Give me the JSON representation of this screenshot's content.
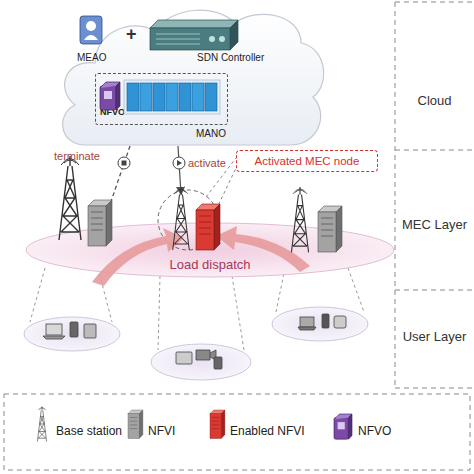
{
  "diagram": {
    "nodes": [
      {
        "text": [
          "MEAO",
          "+",
          "SDN Controller"
        ]
      },
      {
        "text": [
          "NFVO",
          "MANO"
        ],
        "in": 0
      },
      {
        "text": [
          "Load dispatch"
        ]
      },
      {
        "text": [
          "Activated MEC node"
        ]
      }
    ],
    "labels": [
      "terminate",
      "activate",
      "Cloud",
      "MEC Layer",
      "User Layer"
    ],
    "legend": [
      {
        "text": "Base station"
      },
      {
        "text": "NFVI"
      },
      {
        "text": "Enabled NFVI"
      },
      {
        "text": "NFVO"
      }
    ]
  }
}
